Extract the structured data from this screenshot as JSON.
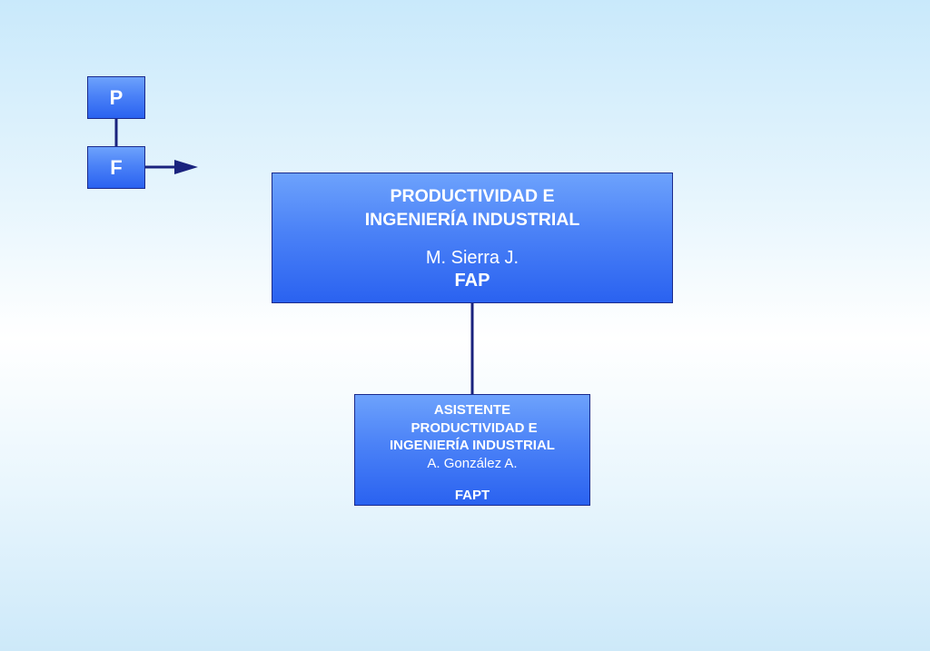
{
  "legend": {
    "p_label": "P",
    "f_label": "F"
  },
  "main_unit": {
    "title_line1": "PRODUCTIVIDAD E",
    "title_line2": "INGENIERÍA INDUSTRIAL",
    "person": "M. Sierra J.",
    "code": "FAP"
  },
  "assistant_unit": {
    "title_line1": "ASISTENTE",
    "title_line2": " PRODUCTIVIDAD E",
    "title_line3": "INGENIERÍA INDUSTRIAL",
    "person": "A. González A.",
    "code": "FAPT"
  },
  "colors": {
    "box_top": "#6da2fc",
    "box_bottom": "#2a62f0",
    "border": "#1a2a8c",
    "connector": "#1a237e"
  }
}
